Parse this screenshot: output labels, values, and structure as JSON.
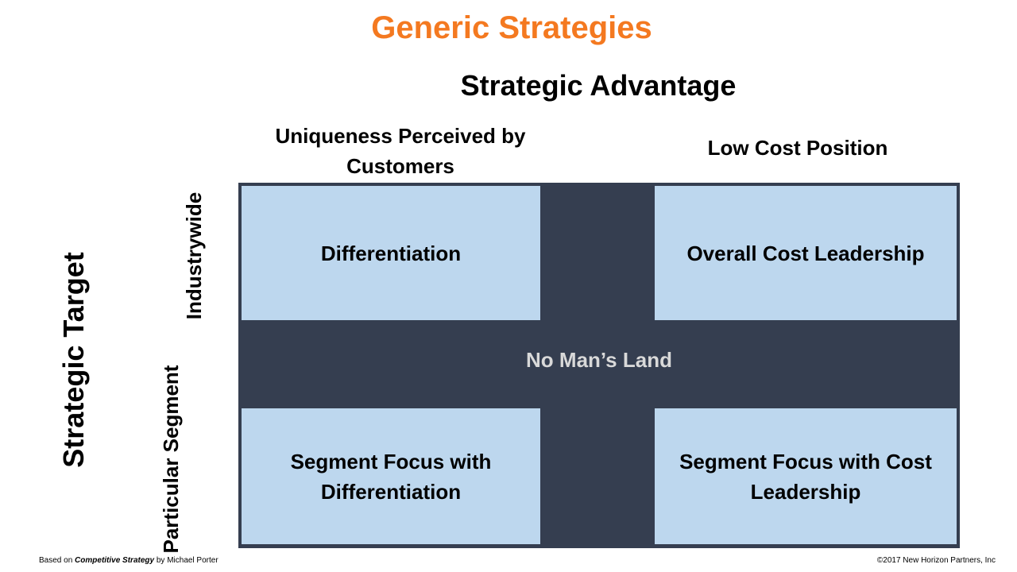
{
  "title": "Generic Strategies",
  "advantage_label": "Strategic Advantage",
  "columns": {
    "uniqueness": "Uniqueness Perceived by Customers",
    "low_cost": "Low Cost Position"
  },
  "rows": {
    "target_label": "Strategic Target",
    "industrywide": "Industrywide",
    "particular_segment": "Particular Segment"
  },
  "cells": {
    "differentiation": "Differentiation",
    "overall_cost": "Overall Cost Leadership",
    "segment_diff": "Segment Focus with Differentiation",
    "segment_cost": "Segment Focus with Cost Leadership"
  },
  "no_mans_land": "No Man’s Land",
  "footer": {
    "based_on_prefix": "Based on",
    "book_title": "Competitive Strategy",
    "based_on_suffix": "by Michael Porter",
    "copyright": "©2017 New Horizon Partners, Inc"
  },
  "colors": {
    "title": "#f47920",
    "grid_dark": "#353e50",
    "cell_fill": "#bdd7ee",
    "no_mans_land_text": "#d9d9d9"
  }
}
